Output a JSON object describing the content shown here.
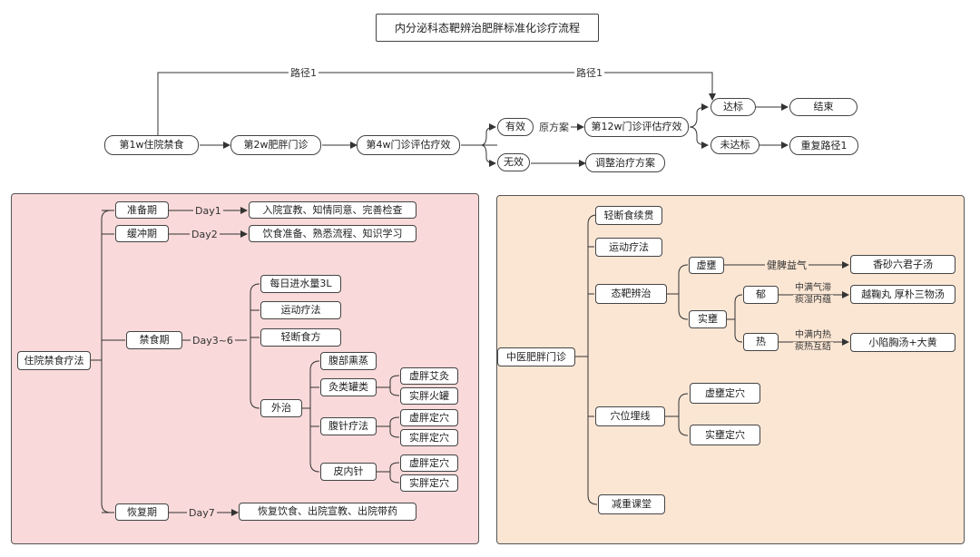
{
  "title": "内分泌科态靶辨治肥胖标准化诊疗流程",
  "colors": {
    "left_panel": "#f9d9d9",
    "right_panel": "#fbe6d4",
    "line": "#333333"
  },
  "top": {
    "path_label_1": "路径1",
    "path_label_2": "路径1",
    "w1": "第1w住院禁食",
    "w2": "第2w肥胖门诊",
    "w4": "第4w门诊评估疗效",
    "effective": "有效",
    "original_plan": "原方案",
    "w12": "第12w门诊评估疗效",
    "ineffective": "无效",
    "adjust": "调整治疗方案",
    "reached": "达标",
    "end": "结束",
    "not_reached": "未达标",
    "repeat": "重复路径1"
  },
  "left": {
    "root": "住院禁食疗法",
    "prep": "准备期",
    "day1": "Day1",
    "prep_detail": "入院宣教、知情同意、完善检查",
    "buffer": "缓冲期",
    "day2": "Day2",
    "buffer_detail": "饮食准备、熟悉流程、知识学习",
    "fasting": "禁食期",
    "day36": "Day3~6",
    "water": "每日进水量3L",
    "exercise": "运动疗法",
    "light_diet": "轻断食方",
    "external": "外治",
    "abdomen_steam": "腹部熏蒸",
    "moxa": "灸类罐类",
    "moxa_xu": "虚胖艾灸",
    "moxa_shi": "实胖火罐",
    "abd_needle": "腹针疗法",
    "needle_xu": "虚胖定穴",
    "needle_shi": "实胖定穴",
    "skin_needle": "皮内针",
    "skin_xu": "虚胖定穴",
    "skin_shi": "实胖定穴",
    "recovery": "恢复期",
    "day7": "Day7",
    "recovery_detail": "恢复饮食、出院宣教、出院带药"
  },
  "right": {
    "root": "中医肥胖门诊",
    "light_fast": "轻断食续贯",
    "exercise": "运动疗法",
    "tai_ba": "态靶辨治",
    "xu": "虚壅",
    "jianpi": "健脾益气",
    "xiangsha": "香砂六君子汤",
    "shi": "实壅",
    "yu": "郁",
    "yu_note_1": "中满气滞",
    "yu_note_2": "痰湿内蕴",
    "yueju": "越鞠丸 厚朴三物汤",
    "re": "热",
    "re_note_1": "中满内热",
    "re_note_2": "痰热互结",
    "xiaoxian": "小陷胸汤+大黄",
    "acupoint": "穴位埋线",
    "xu_point": "虚壅定穴",
    "shi_point": "实壅定穴",
    "class": "减重课堂"
  }
}
